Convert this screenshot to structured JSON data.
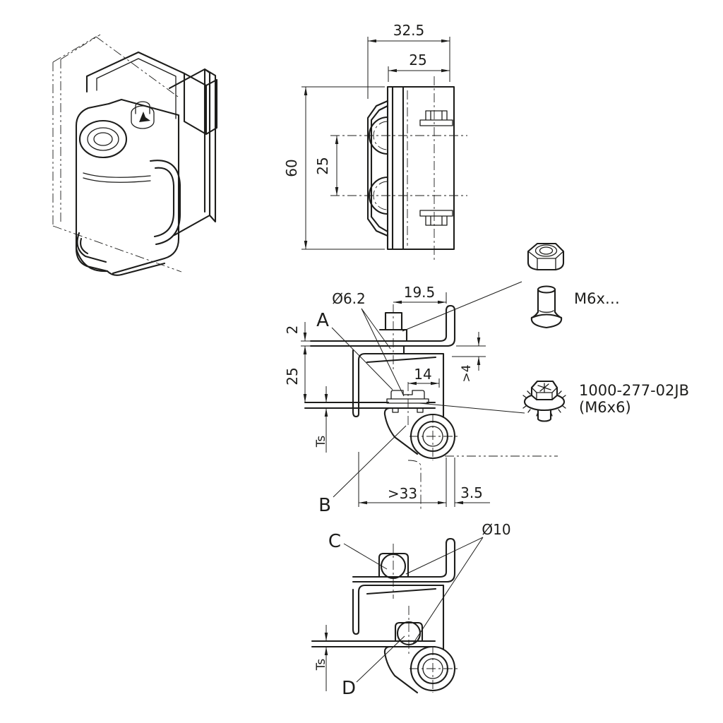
{
  "views": {
    "front": {
      "dim_total_width": "32.5",
      "dim_leaf_width": "25",
      "dim_total_height": "60",
      "dim_stud_spacing": "25"
    },
    "section": {
      "label_a": "A",
      "label_b": "B",
      "dim_hole_dia": "Ø6.2",
      "dim_stud_offset": "19.5",
      "dim_frame_thickness": "2",
      "dim_leaf_height": "25",
      "dim_screw_offset": "14",
      "dim_min_gap": ">4",
      "dim_sheet_thickness": "Ts",
      "dim_door_cutout": ">33",
      "dim_frame_offset": "3.5"
    },
    "weld": {
      "label_c": "C",
      "label_d": "D",
      "dim_stud_dia": "Ø10",
      "dim_sheet_thickness": "Ts"
    }
  },
  "hardware": {
    "stud_label": "M6x…",
    "screw_label_line1": "1000-277-02JB",
    "screw_label_line2": "(M6x6)"
  }
}
